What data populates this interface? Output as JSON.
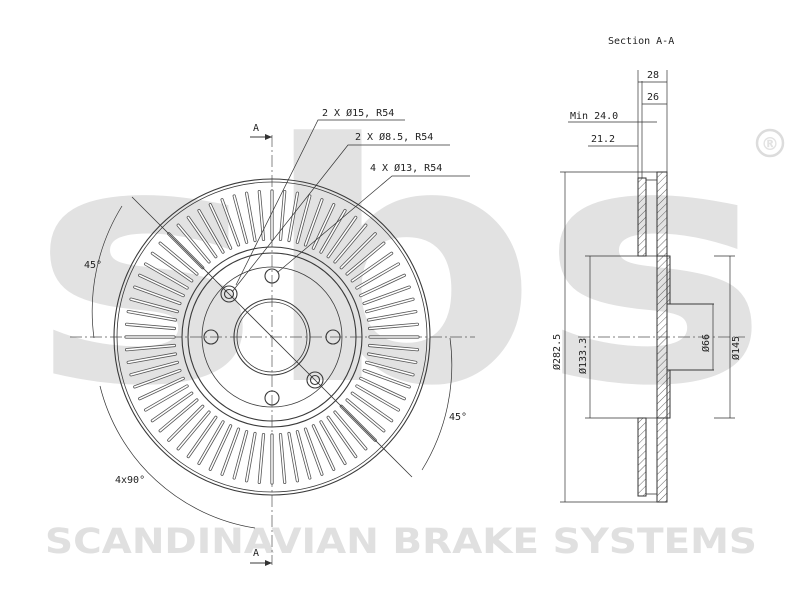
{
  "watermark": {
    "logo_text": "sbs",
    "registered_mark": "®",
    "brand_name": "SCANDINAVIAN BRAKE SYSTEMS"
  },
  "front_view": {
    "section_mark_top": "A",
    "section_mark_bottom": "A",
    "callouts": [
      {
        "text": "2 X Ø15, R54"
      },
      {
        "text": "2 X Ø8.5, R54"
      },
      {
        "text": "4 X Ø13, R54"
      }
    ],
    "angle_top_left": "45°",
    "angle_bottom_right": "45°",
    "angle_bottom_left": "4x90°"
  },
  "section_view": {
    "title": "Section A-A",
    "thickness_total": "28",
    "thickness_inner": "26",
    "min_thickness": "Min 24.0",
    "hat_depth": "21.2",
    "diameter_outer": "Ø282.5",
    "diameter_hat": "Ø133.3",
    "diameter_bore": "Ø66",
    "diameter_hub": "Ø145"
  },
  "colors": {
    "line": "#3a3a3a",
    "watermark": "#e2e2e2"
  }
}
